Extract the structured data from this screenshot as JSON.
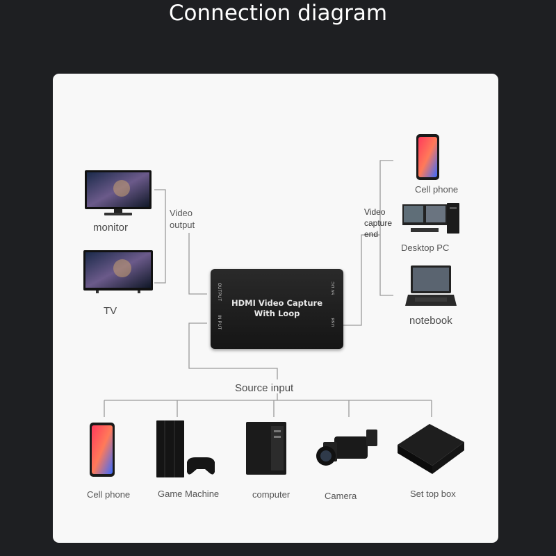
{
  "title": "Connection diagram",
  "capture_box": {
    "title_line1": "HDMI Video Capture",
    "title_line2": "With Loop",
    "ports": {
      "output": "OUTPUT",
      "input": "IN PUT",
      "dc": "5V DC",
      "usb": "USB"
    }
  },
  "labels": {
    "video_output": [
      "Video",
      "output"
    ],
    "video_capture_end": [
      "Video",
      "capture",
      "end"
    ],
    "source_input": "Source input"
  },
  "output_devices": [
    {
      "icon": "monitor-icon",
      "label": "monitor"
    },
    {
      "icon": "tv-icon",
      "label": "TV"
    }
  ],
  "capture_devices": [
    {
      "icon": "cell-phone-icon",
      "label": "Cell phone"
    },
    {
      "icon": "desktop-pc-icon",
      "label": "Desktop PC"
    },
    {
      "icon": "notebook-icon",
      "label": "notebook"
    }
  ],
  "source_devices": [
    {
      "icon": "cell-phone-icon",
      "label": "Cell phone"
    },
    {
      "icon": "game-machine-icon",
      "label": "Game Machine"
    },
    {
      "icon": "computer-icon",
      "label": "computer"
    },
    {
      "icon": "camera-icon",
      "label": "Camera"
    },
    {
      "icon": "set-top-box-icon",
      "label": "Set top box"
    }
  ]
}
